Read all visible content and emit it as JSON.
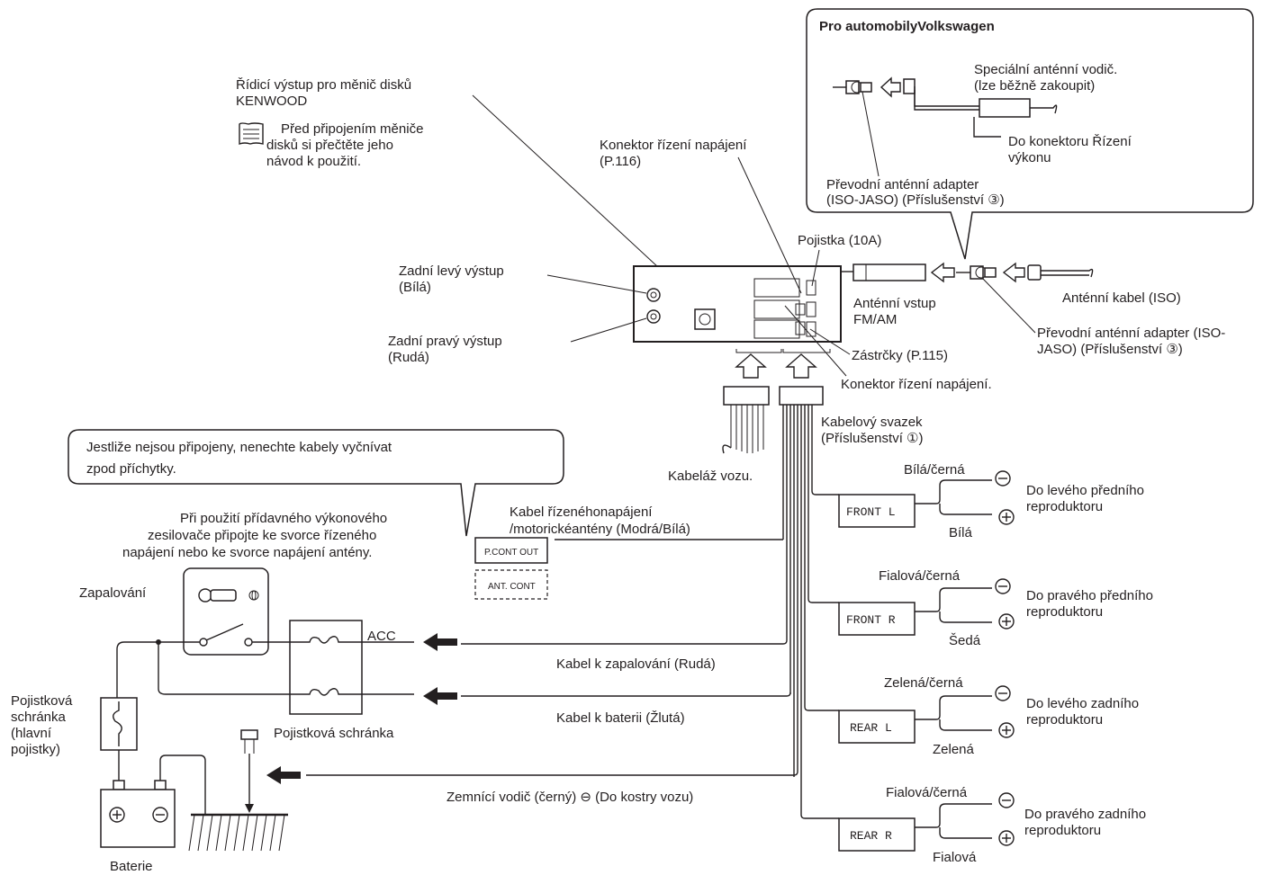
{
  "vw_box": {
    "title": "Pro automobilyVolkswagen",
    "special_lead_1": "Speciální anténní vodič.",
    "special_lead_2": "(lze běžně zakoupit)",
    "to_power_1": "Do konektoru Řízení",
    "to_power_2": "výkonu",
    "adapter_1": "Převodní anténní adapter",
    "adapter_2": "(ISO-JASO) (Příslušenství ③)"
  },
  "changer": {
    "line1": "Řídicí výstup pro měnič disků",
    "line2": "KENWOOD",
    "note1": "Před připojením měniče",
    "note2": "disků si přečtěte jeho",
    "note3": "návod k použití."
  },
  "labels": {
    "power_conn_top_1": "Konektor řízení napájení",
    "power_conn_top_2": "(P.116)",
    "fuse": "Pojistka (10A)",
    "rear_left_1": "Zadní levý výstup",
    "rear_left_2": "(Bílá)",
    "rear_right_1": "Zadní pravý výstup",
    "rear_right_2": "(Rudá)",
    "antenna_in_1": "Anténní vstup",
    "antenna_in_2": "FM/AM",
    "antenna_cable": "Anténní kabel (ISO)",
    "adapter_r_1": "Převodní anténní adapter (ISO-",
    "adapter_r_2": "JASO) (Příslušenství ③)",
    "plugs": "Zástrčky (P.115)",
    "power_conn_bottom": "Konektor řízení napájení.",
    "harness_1": "Kabelový svazek",
    "harness_2": "(Příslušenství ①)",
    "vehicle_harness": "Kabeláž vozu.",
    "warning_1": "Jestliže nejsou připojeny, nenechte kabely vyčnívat",
    "warning_2": "zpod příchytky.",
    "amp_1": "Při použití přídavného výkonového",
    "amp_2": "zesilovače připojte ke svorce řízeného",
    "amp_3": "napájení nebo ke svorce napájení antény.",
    "pcont_cable_1": "Kabel řízenéhonapájení",
    "pcont_cable_2": "/motorickéantény (Modrá/Bílá)",
    "pcont_out": "P.CONT OUT",
    "ant_cont": "ANT. CONT",
    "ignition": "Zapalování",
    "acc": "ACC",
    "ign_cable": "Kabel k zapalování (Rudá)",
    "bat_cable": "Kabel k baterii (Žlutá)",
    "fusebox": "Pojistková schránka",
    "main_fuse_1": "Pojistková",
    "main_fuse_2": "schránka",
    "main_fuse_3": "(hlavní",
    "main_fuse_4": "pojistky)",
    "ground": "Zemnící vodič (černý) ⊖ (Do kostry vozu)",
    "battery": "Baterie"
  },
  "speakers": [
    {
      "tag": "FRONT L",
      "neg": "Bílá/černá",
      "pos": "Bílá",
      "dest_1": "Do levého předního",
      "dest_2": "reproduktoru"
    },
    {
      "tag": "FRONT R",
      "neg": "Fialová/černá",
      "pos": "Šedá",
      "dest_1": "Do pravého předního",
      "dest_2": "reproduktoru"
    },
    {
      "tag": "REAR L",
      "neg": "Zelená/černá",
      "pos": "Zelená",
      "dest_1": "Do levého zadního",
      "dest_2": "reproduktoru"
    },
    {
      "tag": "REAR R",
      "neg": "Fialová/černá",
      "pos": "Fialová",
      "dest_1": "Do pravého zadního",
      "dest_2": "reproduktoru"
    }
  ],
  "colors": {
    "ink": "#231f20",
    "background": "#ffffff"
  }
}
